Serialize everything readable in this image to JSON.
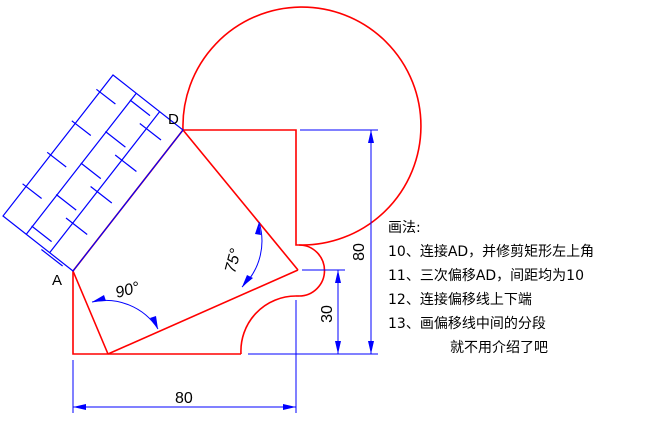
{
  "points": {
    "a": "A",
    "d": "D"
  },
  "dimensions": {
    "width": "80",
    "height": "80",
    "depth": "30",
    "angle_left": "90°",
    "angle_right": "75°"
  },
  "notes": {
    "title": "画法:",
    "steps": [
      "10、连接AD，并修剪矩形左上角",
      "11、三次偏移AD，间距均为10",
      "12、连接偏移线上下端",
      "13、画偏移线中间的分段"
    ],
    "tail": "就不用介绍了吧"
  },
  "colors": {
    "outline": "#ff0000",
    "hatch": "#0000ff",
    "dimension": "#0000ff",
    "text": "#000000",
    "background": "#ffffff"
  }
}
